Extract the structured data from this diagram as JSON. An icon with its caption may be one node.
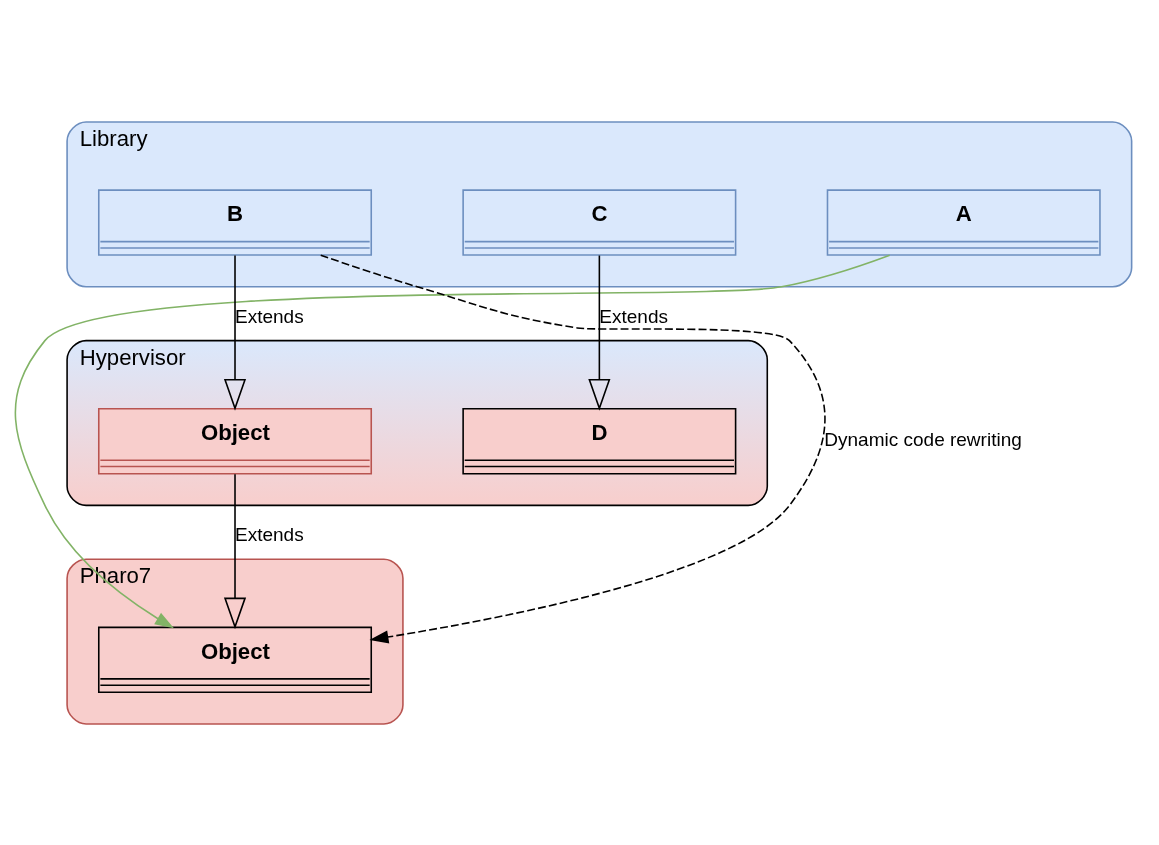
{
  "diagram": {
    "nodes": [
      {
        "text": [
          "Library"
        ]
      },
      {
        "text": [
          "A"
        ],
        "in": 0
      },
      {
        "text": [
          "B"
        ],
        "in": 0
      },
      {
        "text": [
          "C"
        ],
        "in": 0
      },
      {
        "text": [
          "Hypervisor"
        ]
      },
      {
        "text": [
          "Object"
        ],
        "in": 4
      },
      {
        "text": [
          "D"
        ],
        "in": 4
      },
      {
        "text": [
          "Pharo7"
        ]
      },
      {
        "text": [
          "Object"
        ],
        "in": 7
      }
    ],
    "edges": [
      {
        "from": 2,
        "to": 5,
        "arrow": "to",
        "label": "Extends"
      },
      {
        "from": 3,
        "to": 6,
        "arrow": "to",
        "label": "Extends"
      },
      {
        "from": 5,
        "to": 8,
        "arrow": "to",
        "label": "Extends"
      },
      {
        "from": 1,
        "to": 8,
        "arrow": "to",
        "color": "#82b366"
      },
      {
        "from": 2,
        "to": 8,
        "arrow": "to",
        "style": "dashed",
        "label": "Dynamic code rewriting"
      }
    ]
  }
}
